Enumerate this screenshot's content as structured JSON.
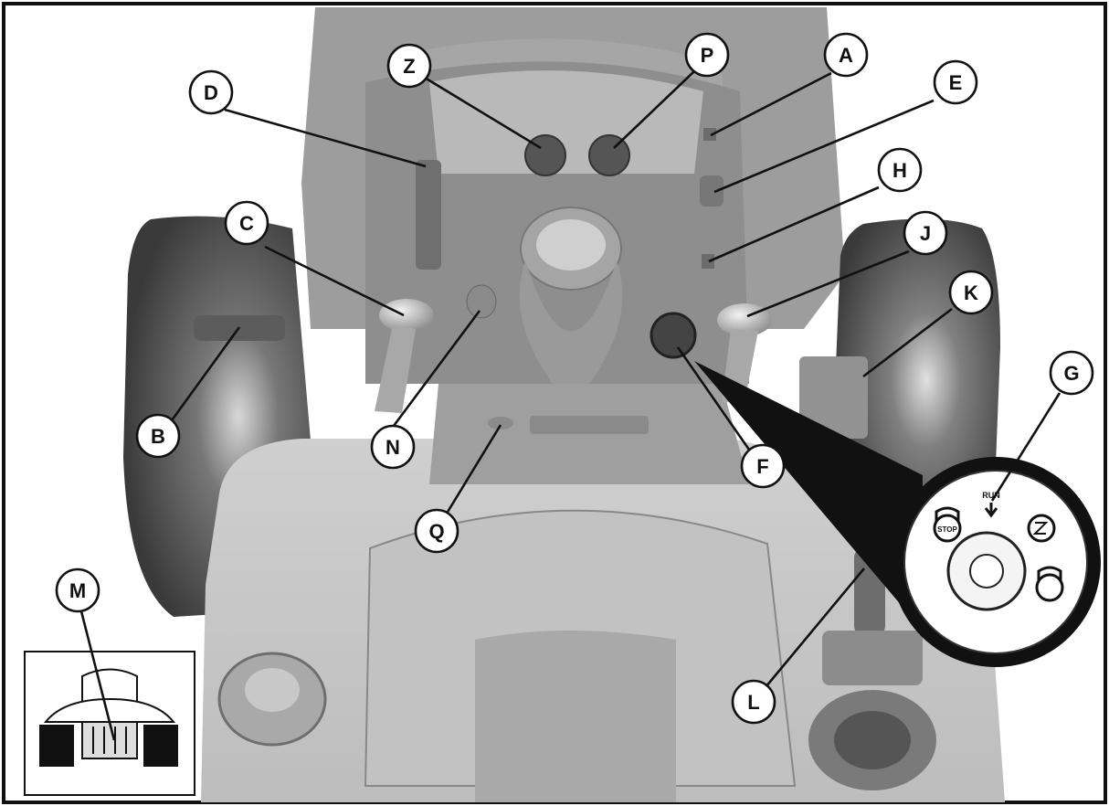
{
  "callouts": {
    "z": "Z",
    "p": "P",
    "a": "A",
    "d": "D",
    "e": "E",
    "h": "H",
    "c": "C",
    "j": "J",
    "k": "K",
    "b": "B",
    "n": "N",
    "f": "F",
    "g": "G",
    "q": "Q",
    "m": "M",
    "l": "L"
  },
  "ignition_switch": {
    "stop_label": "STOP",
    "run_label": "RUN"
  },
  "colors": {
    "frame": "#111111",
    "body_grey": "#a9a9a9",
    "tire_dark": "#4a4a4a",
    "background": "#ffffff"
  }
}
